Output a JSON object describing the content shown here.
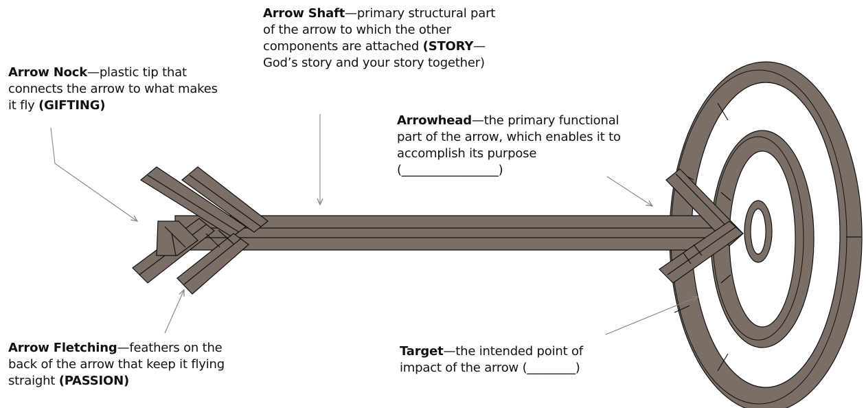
{
  "colors": {
    "fill": "#7a6e66",
    "stroke": "#111111",
    "leader": "#8a8380",
    "background": "#ffffff"
  },
  "callouts": {
    "nock": {
      "term": "Arrow Nock",
      "desc": "—plastic tip that connects the arrow to what makes it fly ",
      "tag": "(GIFTING)"
    },
    "shaft": {
      "term": "Arrow Shaft",
      "desc": "—primary structural part of the arrow to which the other components are attached ",
      "tag_open": "(",
      "tag_word": "STORY",
      "tag_rest": "—God’s story and your story together)"
    },
    "head": {
      "term": "Arrowhead",
      "desc": "—the primary functional part of the arrow, which enables it to accomplish its purpose (________________)"
    },
    "fletching": {
      "term": "Arrow Fletching",
      "desc": "—feathers on the back of the arrow that keep it flying straight ",
      "tag": "(PASSION)"
    },
    "target": {
      "term": "Target",
      "desc": "—the intended point of impact of the arrow (________)"
    }
  }
}
